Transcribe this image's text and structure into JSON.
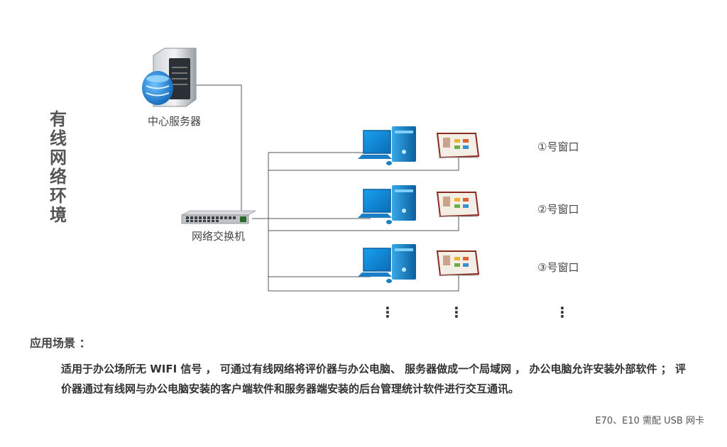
{
  "diagram": {
    "vertical_title": "有线网络环境",
    "server_label": "中心服务器",
    "switch_label": "网络交换机",
    "windows": [
      "①号窗口",
      "②号窗口",
      "③号窗口"
    ],
    "ellipsis": "⋮"
  },
  "scene": {
    "title": "应用场景 ：",
    "body": "适用于办公场所无 WIFI 信号 ， 可通过有线网络将评价器与办公电脑、 服务器做成一个局域网 ， 办公电脑允许安装外部软件 ； 评价器通过有线网与办公电脑安装的客户端软件和服务器端安装的后台管理统计软件进行交互通讯。"
  },
  "footnote": "E70、E10 需配 USB 网卡",
  "colors": {
    "line": "#555555",
    "monitor_blue": "#1f8fd6",
    "tower_blue": "#1a7fc4",
    "device_red": "#8b2a1e"
  }
}
